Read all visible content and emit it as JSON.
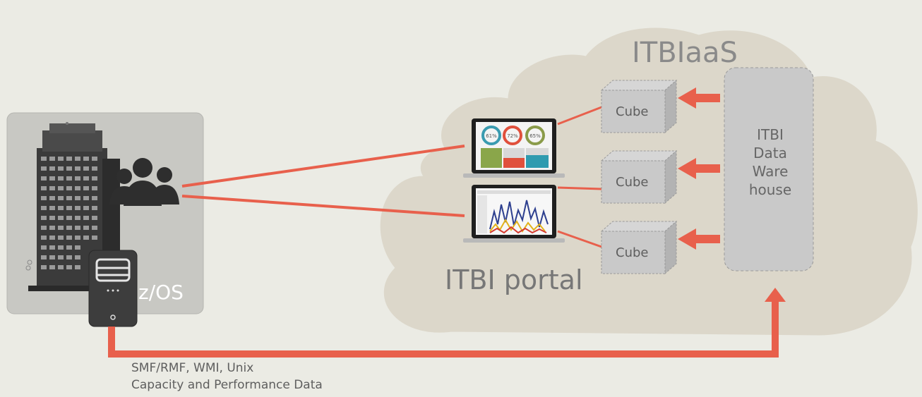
{
  "cloud": {
    "title": "ITBIaaS"
  },
  "portal": {
    "title": "ITBI portal"
  },
  "source": {
    "label": "z/OS"
  },
  "cubes": [
    {
      "label": "Cube"
    },
    {
      "label": "Cube"
    },
    {
      "label": "Cube"
    }
  ],
  "warehouse": {
    "line1": "ITBI",
    "line2": "Data",
    "line3": "Ware",
    "line4": "house"
  },
  "data_flow": {
    "line1": "SMF/RMF, WMI, Unix",
    "line2": "Capacity and Performance Data"
  },
  "dashboard_percentages": [
    "61%",
    "72%",
    "65%"
  ],
  "colors": {
    "arrow": "#e8604c",
    "cloud": "#dcd7ca",
    "cube": "#c9c9c9",
    "background": "#ebebe4"
  }
}
